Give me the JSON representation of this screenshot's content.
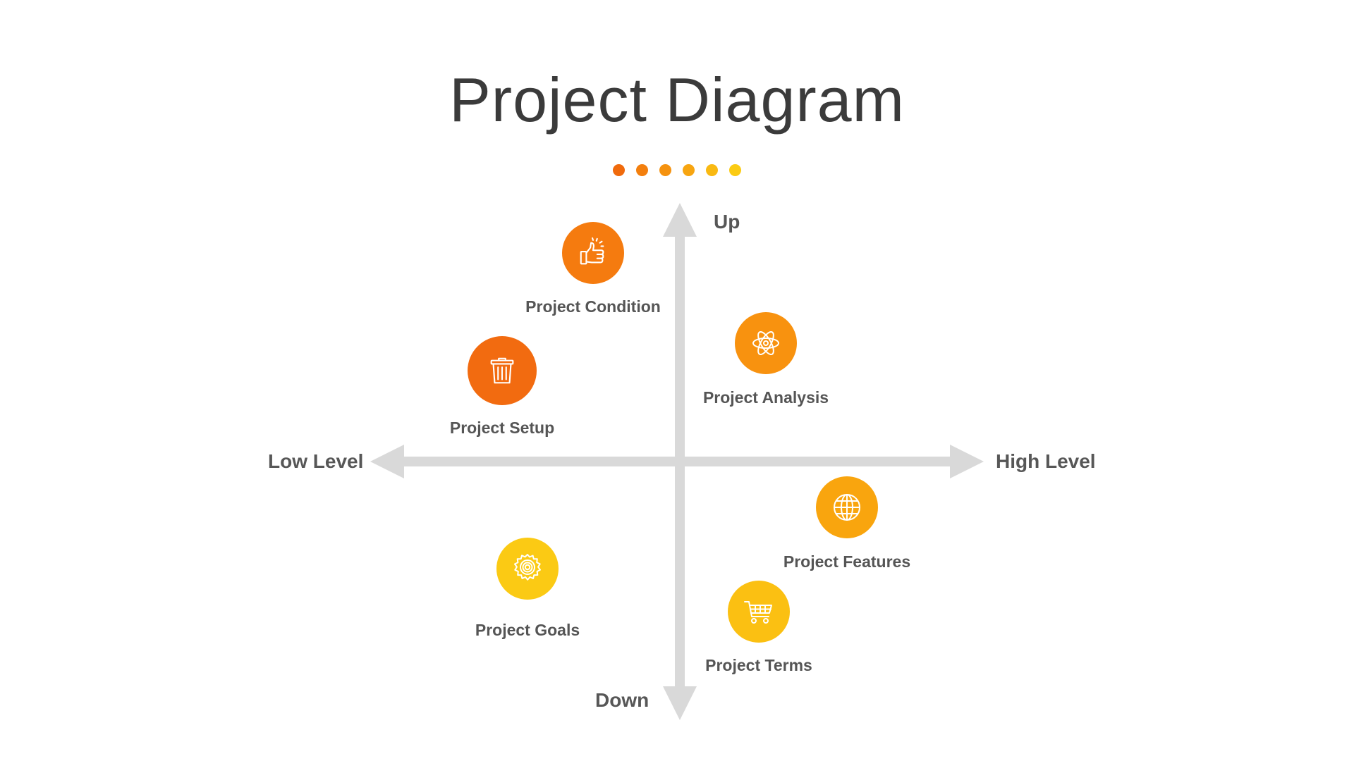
{
  "title": "Project Diagram",
  "dot_colors": [
    "#f06a0c",
    "#f37f0e",
    "#f5920f",
    "#f7a511",
    "#f9b912",
    "#fbcb13"
  ],
  "axes": {
    "color": "#d9d9d9",
    "up": "Up",
    "down": "Down",
    "left": "Low Level",
    "right": "High Level"
  },
  "nodes": [
    {
      "id": "condition",
      "label": "Project Condition",
      "icon": "thumbs-up-icon",
      "color": "#f57b0f"
    },
    {
      "id": "setup",
      "label": "Project Setup",
      "icon": "trash-can-icon",
      "color": "#f26b10"
    },
    {
      "id": "analysis",
      "label": "Project Analysis",
      "icon": "atom-icon",
      "color": "#f8920f"
    },
    {
      "id": "features",
      "label": "Project Features",
      "icon": "globe-icon",
      "color": "#f9a50e"
    },
    {
      "id": "goals",
      "label": "Project Goals",
      "icon": "gear-icon",
      "color": "#fbca14"
    },
    {
      "id": "terms",
      "label": "Project Terms",
      "icon": "shopping-cart-icon",
      "color": "#fbc012"
    }
  ]
}
